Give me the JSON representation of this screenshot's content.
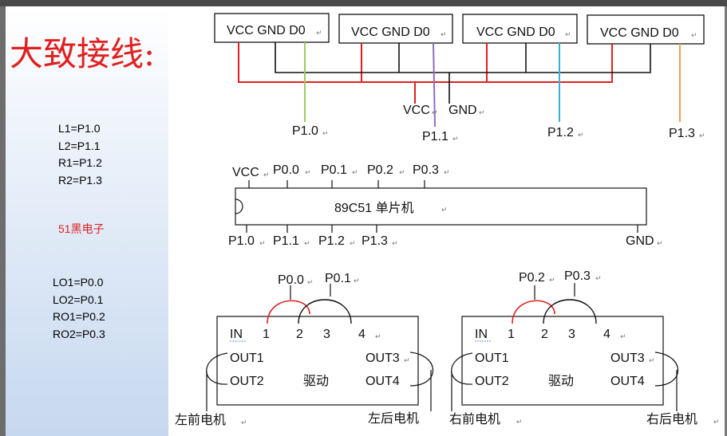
{
  "sidebar": {
    "title": "大致接线:",
    "sensor_pins": [
      "L1=P1.0",
      "L2=P1.1",
      "R1=P1.2",
      "R2=P1.3"
    ],
    "brand": "51黑电子",
    "driver_pins": [
      "LO1=P0.0",
      "LO2=P0.1",
      "RO1=P0.2",
      "RO2=P0.3"
    ]
  },
  "sensors": {
    "modules": [
      "VCC GND D0",
      "VCC GND D0",
      "VCC GND D0",
      "VCC GND D0"
    ],
    "outputs": [
      "P1.0",
      "P1.1",
      "P1.2",
      "P1.3"
    ],
    "bus_vcc": "VCC",
    "bus_gnd": "GND",
    "colors": {
      "vcc": "#e02020",
      "gnd": "#111111",
      "d0": [
        "#9acd62",
        "#8c6fc0",
        "#3ab0d8",
        "#f0a050"
      ]
    }
  },
  "mcu": {
    "label": "89C51 单片机",
    "top_pins": [
      "VCC",
      "P0.0",
      "P0.1",
      "P0.2",
      "P0.3"
    ],
    "bottom_pins": [
      "P1.0",
      "P1.1",
      "P1.2",
      "P1.3",
      "GND"
    ]
  },
  "drivers": [
    {
      "inputs": [
        "P0.0",
        "P0.1"
      ],
      "in_label": "IN",
      "pins": [
        "1",
        "2",
        "3",
        "4"
      ],
      "out1": "OUT1",
      "out2": "OUT2",
      "out3": "OUT3",
      "out4": "OUT4",
      "center": "驱动",
      "motor_left": "左前电机",
      "motor_right": "左后电机"
    },
    {
      "inputs": [
        "P0.2",
        "P0.3"
      ],
      "in_label": "IN",
      "pins": [
        "1",
        "2",
        "3",
        "4"
      ],
      "out1": "OUT1",
      "out2": "OUT2",
      "out3": "OUT3",
      "out4": "OUT4",
      "center": "驱动",
      "motor_left": "右前电机",
      "motor_right": "右后电机"
    }
  ]
}
